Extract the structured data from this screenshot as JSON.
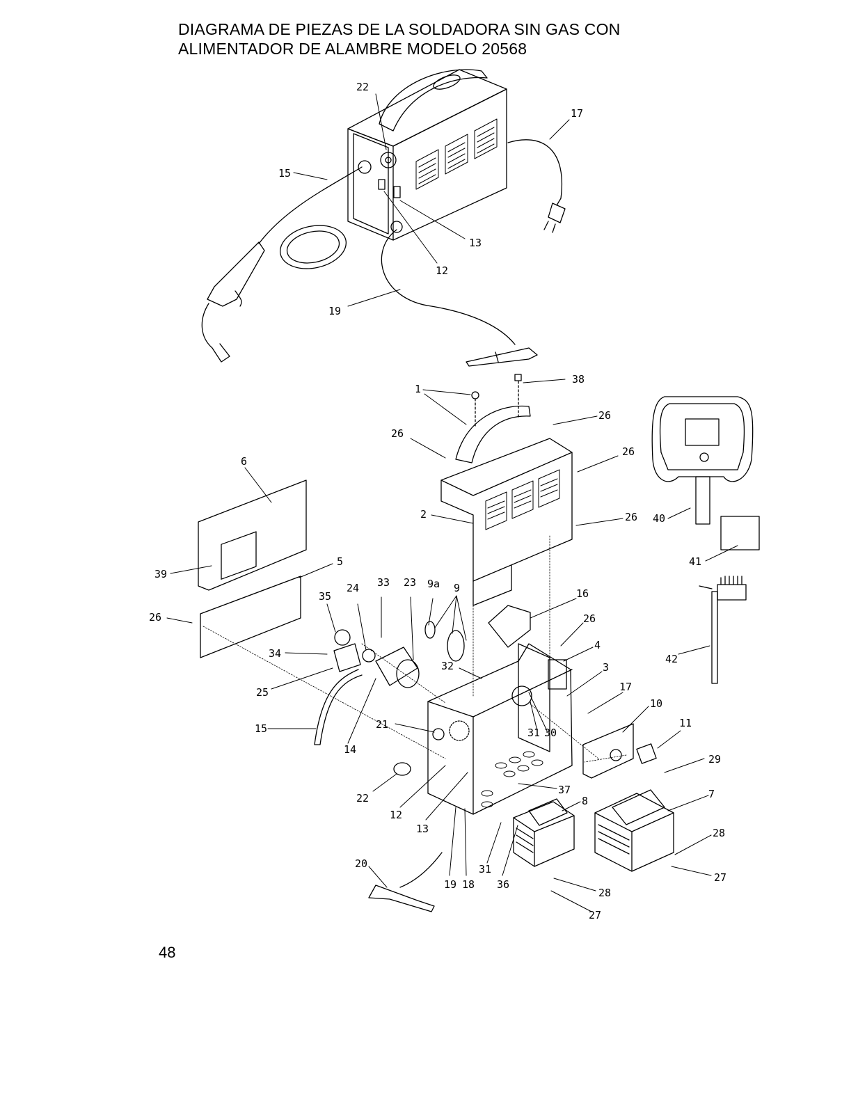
{
  "title": {
    "line1": "DIAGRAMA DE PIEZAS DE LA SOLDADORA SIN GAS CON",
    "line2": "ALIMENTADOR DE ALAMBRE MODELO 20568"
  },
  "page_number": "48",
  "assembled_callouts": [
    "22",
    "17",
    "15",
    "13",
    "12",
    "19"
  ],
  "exploded_callouts": [
    "1",
    "38",
    "26",
    "26",
    "26",
    "26",
    "6",
    "2",
    "40",
    "41",
    "39",
    "5",
    "33",
    "23",
    "9a",
    "9",
    "16",
    "35",
    "24",
    "26",
    "26",
    "4",
    "42",
    "34",
    "32",
    "3",
    "17",
    "25",
    "10",
    "11",
    "15",
    "21",
    "31",
    "30",
    "14",
    "29",
    "22",
    "12",
    "37",
    "8",
    "7",
    "13",
    "28",
    "31",
    "36",
    "20",
    "19",
    "18",
    "27",
    "28",
    "27"
  ]
}
